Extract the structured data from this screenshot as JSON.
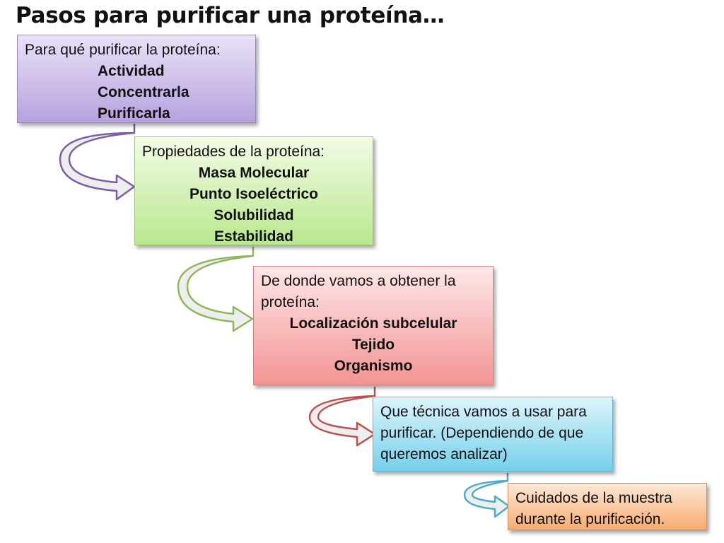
{
  "title": "Pasos para purificar una proteína…",
  "steps": [
    {
      "heading": "Para qué purificar la proteína:",
      "items": [
        "Actividad",
        "Concentrarla",
        "Purificarla"
      ]
    },
    {
      "heading": "Propiedades de la proteína:",
      "items": [
        "Masa Molecular",
        "Punto Isoeléctrico",
        "Solubilidad",
        "Estabilidad"
      ]
    },
    {
      "heading": "De donde vamos a obtener la proteína:",
      "items": [
        "Localización subcelular",
        "Tejido",
        "Organismo"
      ]
    },
    {
      "heading": "Que técnica vamos a usar para purificar. (Dependiendo de que queremos analizar)",
      "items": []
    },
    {
      "heading": "Cuidados de la muestra durante la purificación.",
      "items": []
    }
  ],
  "colors": {
    "purple": "#7a5ea8",
    "green": "#8cb85a",
    "red": "#c0504d",
    "blue": "#4bacc6",
    "orange": "#f79646"
  }
}
